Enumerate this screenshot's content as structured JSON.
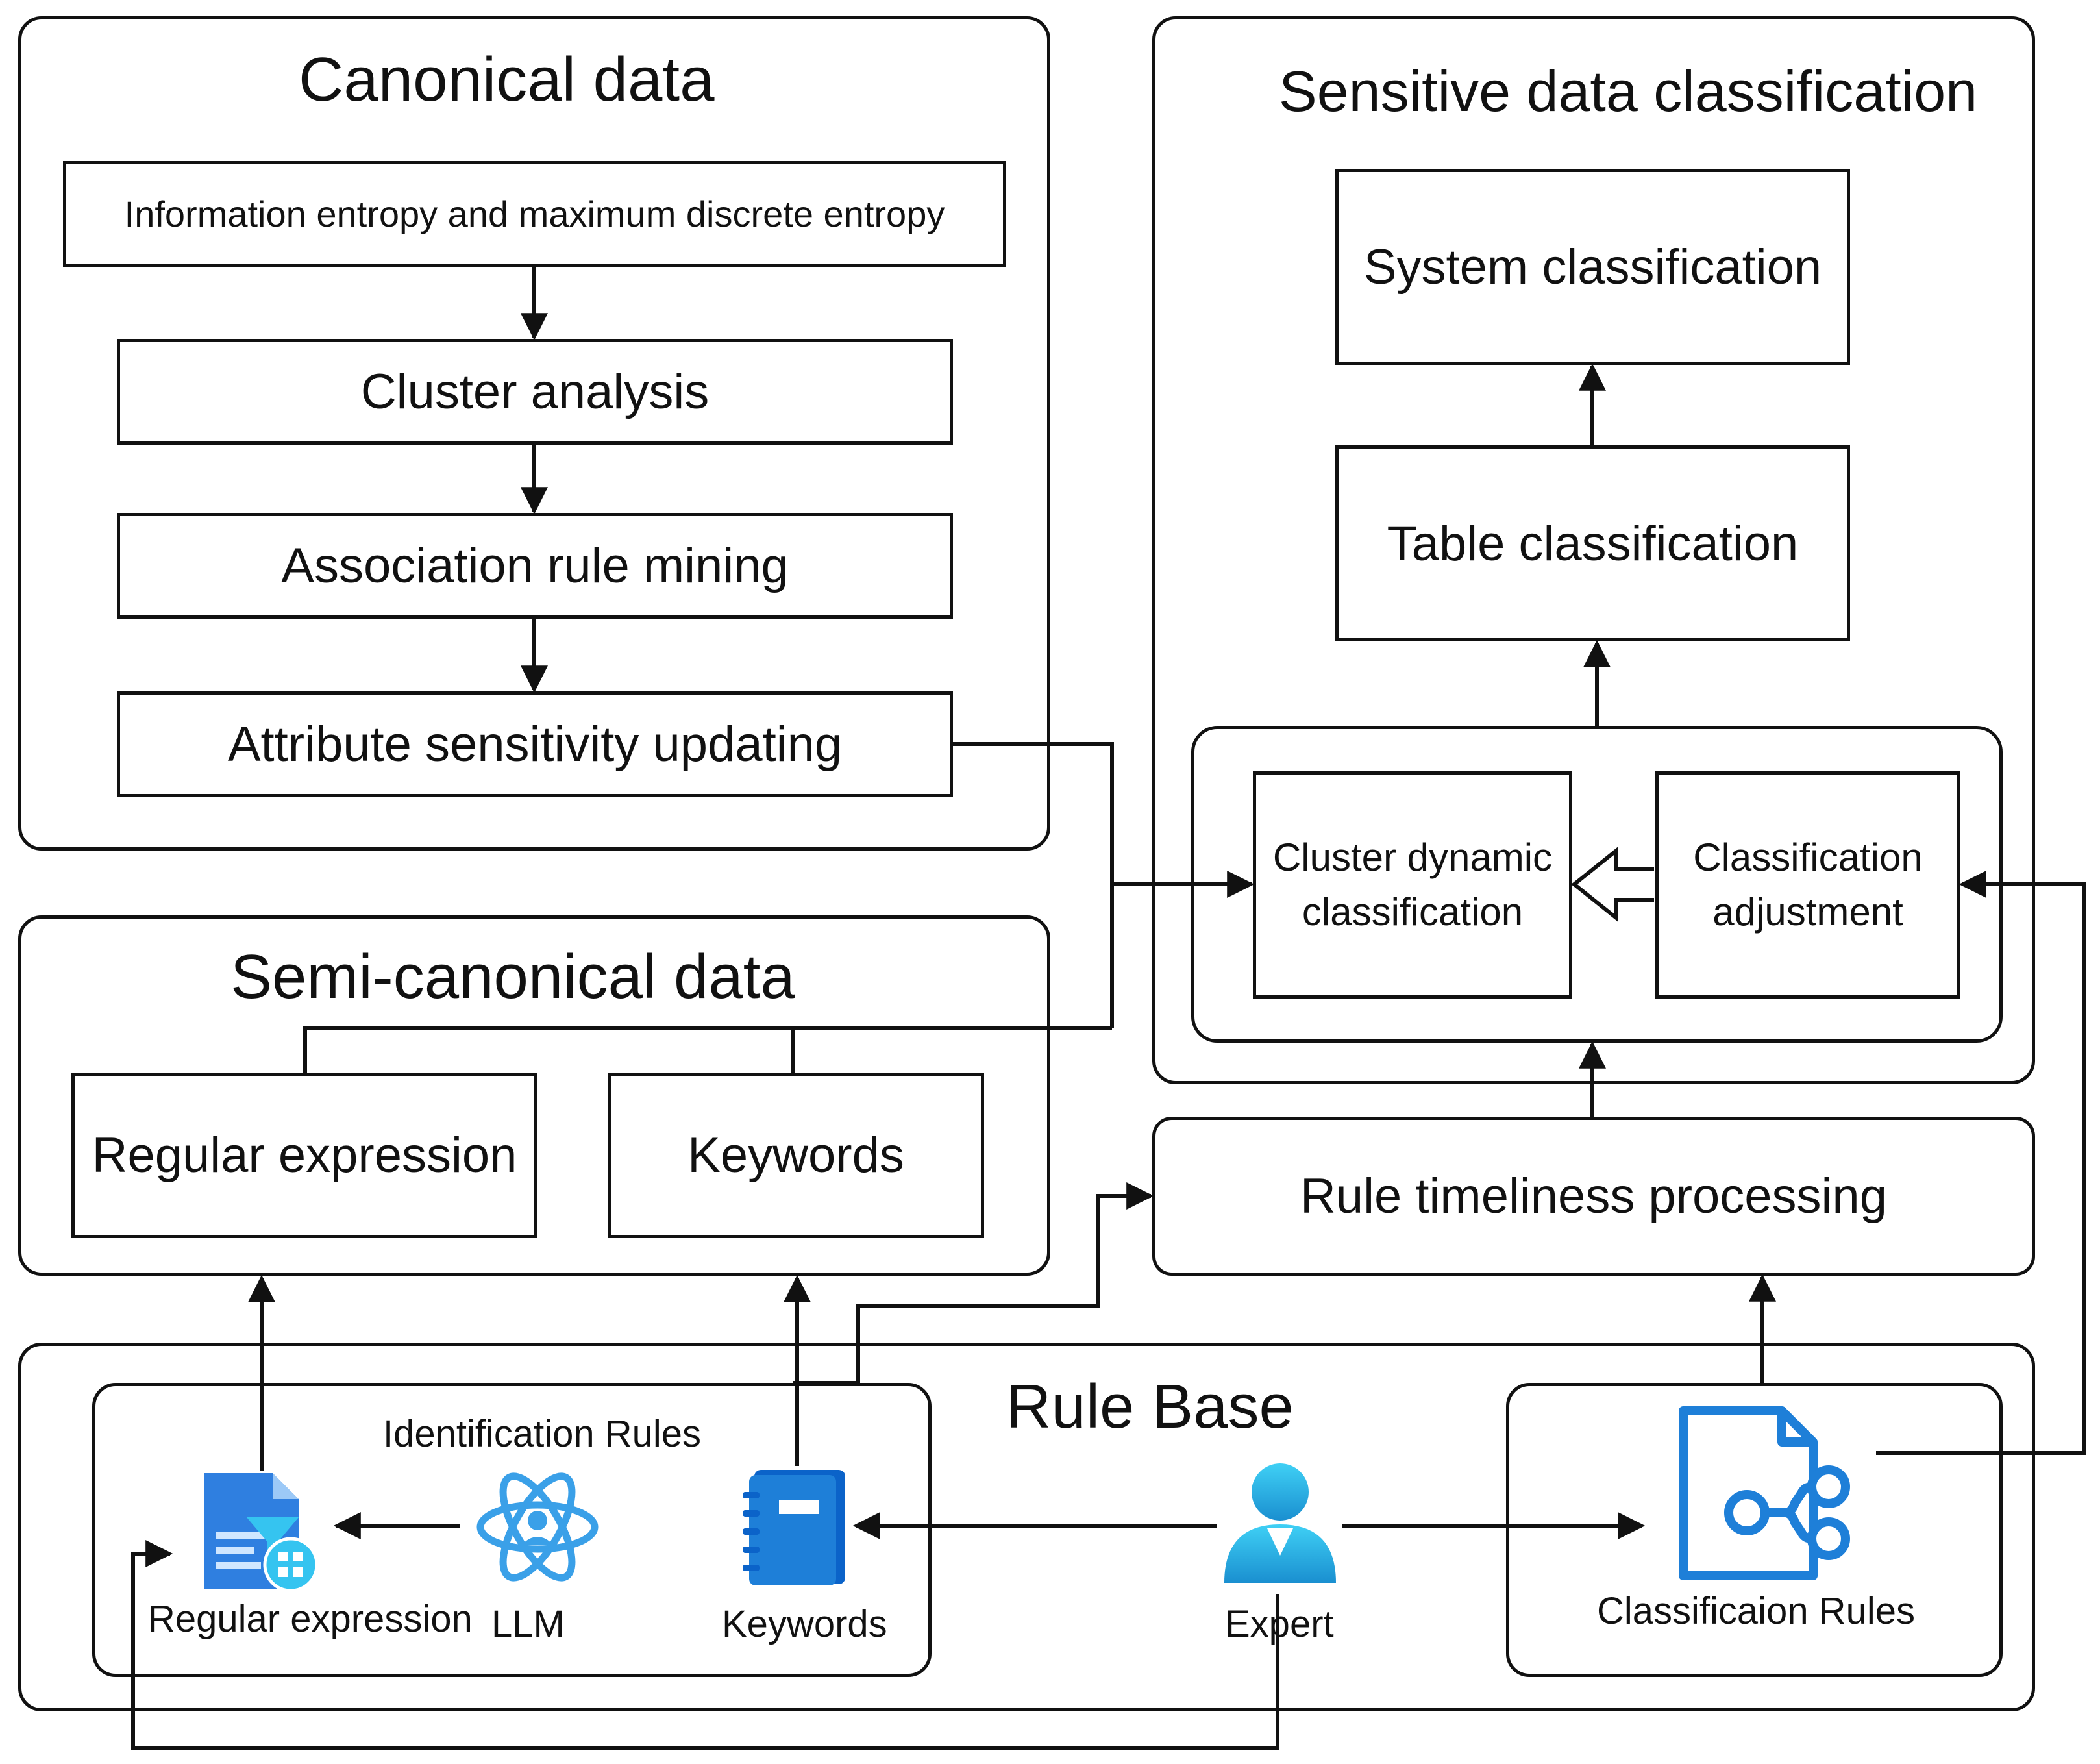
{
  "canonical": {
    "title": "Canonical data",
    "steps": [
      "Information entropy and maximum discrete entropy",
      "Cluster analysis",
      "Association rule mining",
      "Attribute sensitivity updating"
    ]
  },
  "semi_canonical": {
    "title": "Semi-canonical data",
    "boxes": [
      "Regular expression",
      "Keywords"
    ]
  },
  "sensitive": {
    "title": "Sensitive data classification",
    "system": "System classification",
    "table": "Table classification",
    "cluster_dynamic": "Cluster dynamic classification",
    "adjustment": "Classification adjustment"
  },
  "timeliness": {
    "label": "Rule timeliness processing"
  },
  "rule_base": {
    "title": "Rule Base",
    "identification_title": "Identification Rules",
    "regex_label": "Regular expression",
    "llm_label": "LLM",
    "keywords_label": "Keywords",
    "expert_label": "Expert",
    "classification_rules_label": "Classificaion Rules"
  },
  "icons": {
    "regex": "document-filter-icon",
    "llm": "atom-person-icon",
    "keywords": "notebook-icon",
    "expert": "person-icon",
    "classification_rules": "document-flow-icon"
  },
  "colors": {
    "icon_blue": "#1e7fd8",
    "icon_cyan": "#35c4f0",
    "line": "#111111"
  }
}
